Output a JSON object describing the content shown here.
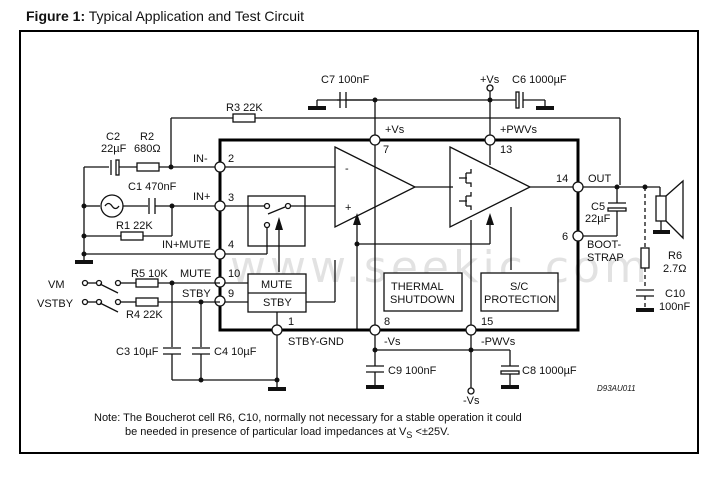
{
  "figure": {
    "title_bold": "Figure 1:",
    "title_text": " Typical Application and Test Circuit",
    "figure_id": "D93AU011",
    "watermark": "www.seekic.com"
  },
  "ic_pins": {
    "in_minus": {
      "label": "IN-",
      "number": "2"
    },
    "in_plus": {
      "label": "IN+",
      "number": "3"
    },
    "in_plus_mute": {
      "label": "IN+MUTE",
      "number": "4"
    },
    "mute": {
      "label": "MUTE",
      "number": "10"
    },
    "stby": {
      "label": "STBY",
      "number": "9"
    },
    "stby_gnd": {
      "label": "STBY-GND",
      "number": "1"
    },
    "vs_plus": {
      "label": "+Vs",
      "number": "7"
    },
    "pwvs_plus": {
      "label": "+PWVs",
      "number": "13"
    },
    "out": {
      "label": "OUT",
      "number": "14"
    },
    "bootstrap": {
      "label1": "BOOT-",
      "label2": "STRAP",
      "number": "6"
    },
    "vs_minus": {
      "label": "-Vs",
      "number": "8"
    },
    "pwvs_minus": {
      "label": "-PWVs",
      "number": "15"
    }
  },
  "blocks": {
    "mute_block": "MUTE",
    "stby_block": "STBY",
    "thermal1": "THERMAL",
    "thermal2": "SHUTDOWN",
    "sc1": "S/C",
    "sc2": "PROTECTION",
    "opamp_minus": "-",
    "opamp_plus": "+"
  },
  "components": {
    "r3": "R3 22K",
    "c2_name": "C2",
    "c2_value": "22µF",
    "r2_name": "R2",
    "r2_value": "680Ω",
    "c1": "C1 470nF",
    "r1": "R1 22K",
    "c7": "C7 100nF",
    "c6": "C6 1000µF",
    "supply_plus": "+Vs",
    "supply_minus": "-Vs",
    "c5_name": "C5",
    "c5_value": "22µF",
    "r6_name": "R6",
    "r6_value": "2.7Ω",
    "c10_name": "C10",
    "c10_value": "100nF",
    "r5": "R5 10K",
    "r4": "R4 22K",
    "c3": "C3 10µF",
    "c4": "C4 10µF",
    "c9": "C9 100nF",
    "c8": "C8 1000µF",
    "vm": "VM",
    "vstby": "VSTBY"
  },
  "note": {
    "line1": "Note: The Boucherot cell R6, C10, normally not necessary for a stable operation it could",
    "line2_pre": "be needed in presence of particular load impedances at V",
    "line2_sub": "S",
    "line2_post": " <±25V."
  }
}
